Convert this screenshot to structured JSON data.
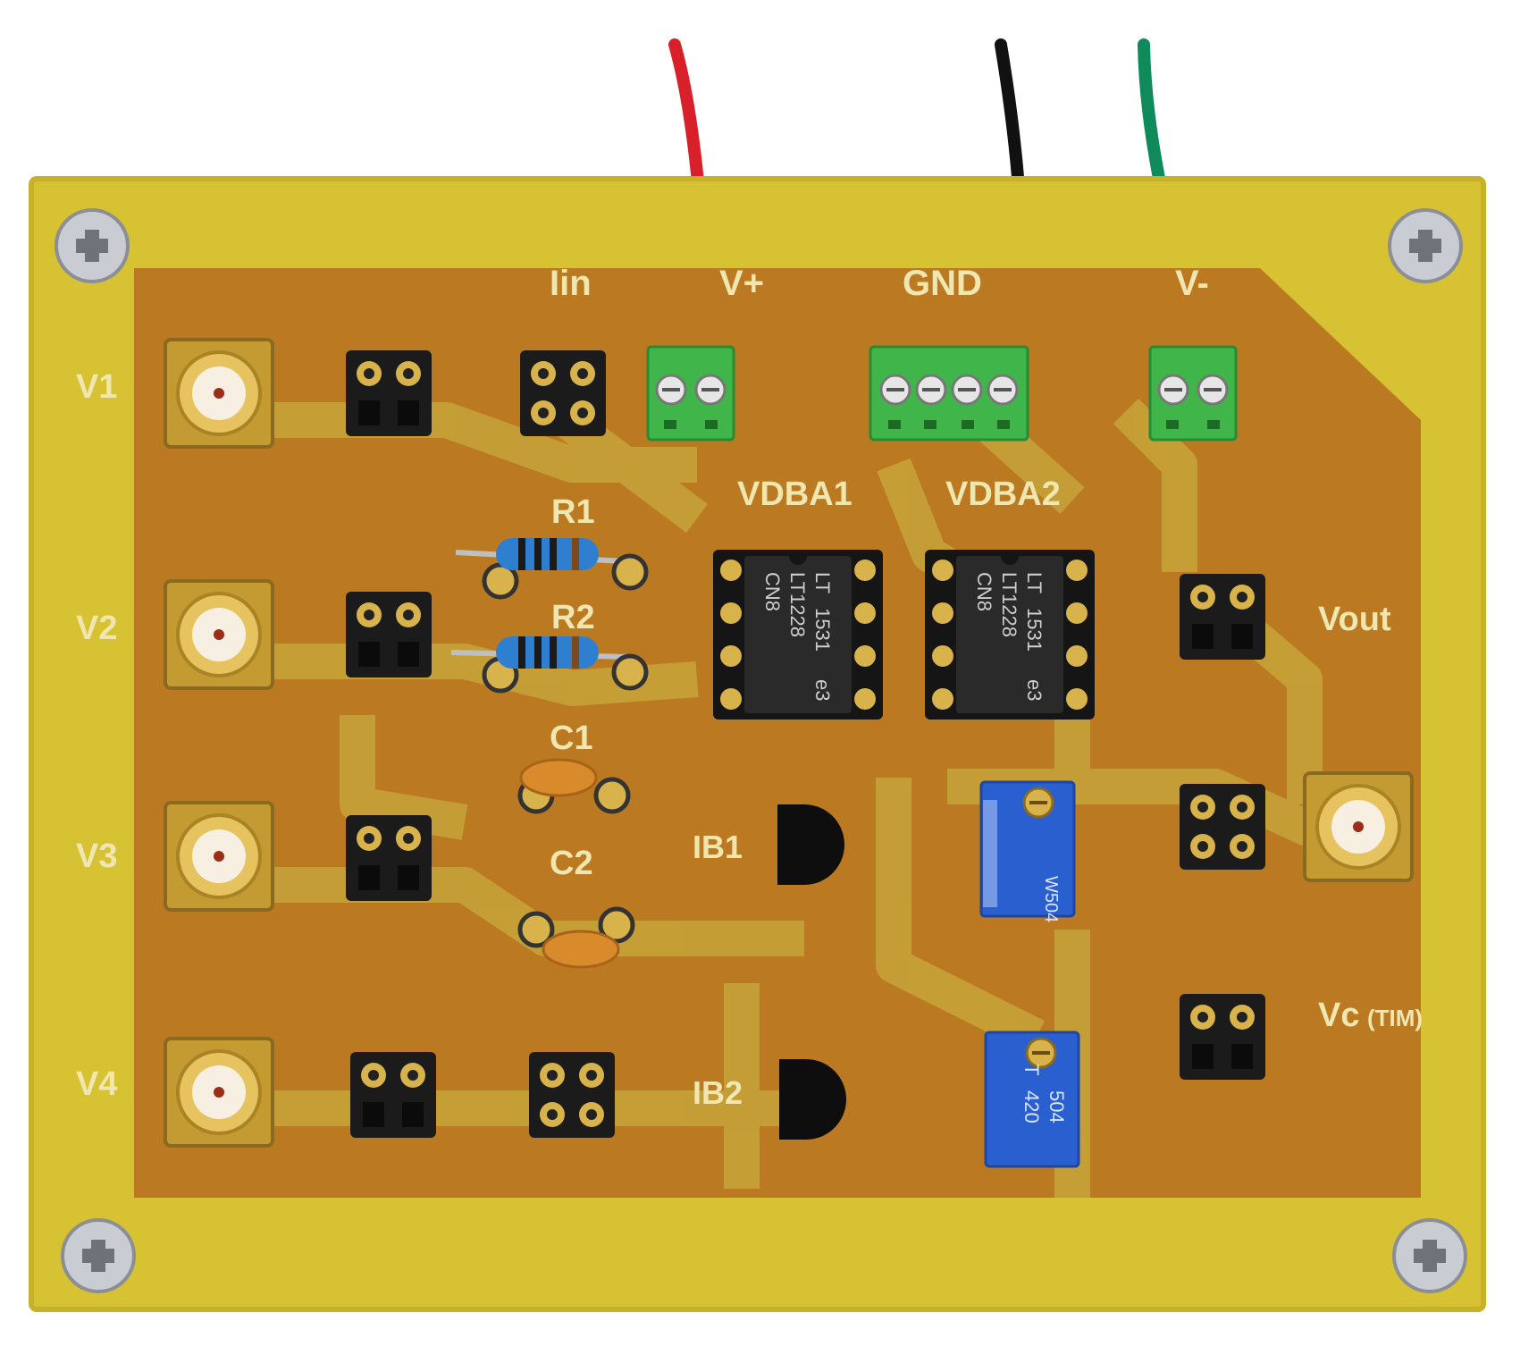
{
  "image": {
    "subject": "pcb-board",
    "colors": {
      "background": "#ffffff",
      "board": "#d6c233",
      "board_edge": "#c7b12a",
      "copper_pour": "#b8741f",
      "trace": "#c7a43a",
      "silkscreen": "#efe6b0",
      "wire_red": "#d8202a",
      "wire_black": "#111111",
      "wire_green": "#0f8a5a",
      "terminal": "#3fb54a",
      "trimpot": "#2a5fd0",
      "gold": "#d8b24a"
    }
  },
  "labels": {
    "iin": "Iin",
    "vplus": "V+",
    "gnd": "GND",
    "vminus": "V-",
    "v1": "V1",
    "v2": "V2",
    "v3": "V3",
    "v4": "V4",
    "r1": "R1",
    "r2": "R2",
    "c1": "C1",
    "c2": "C2",
    "vdba1": "VDBA1",
    "vdba2": "VDBA2",
    "ib1": "IB1",
    "ib2": "IB2",
    "vout": "Vout",
    "vc": "Vc",
    "tim": "(TIM)"
  },
  "chips": {
    "logo": "LT",
    "code": "1531",
    "part": "LT1228",
    "pkg": "CN8",
    "mark": "e3"
  },
  "trimpots": {
    "top_code": "W504",
    "bottom_code_1": "504",
    "bottom_code_2": "420",
    "bottom_code_3": "T"
  }
}
